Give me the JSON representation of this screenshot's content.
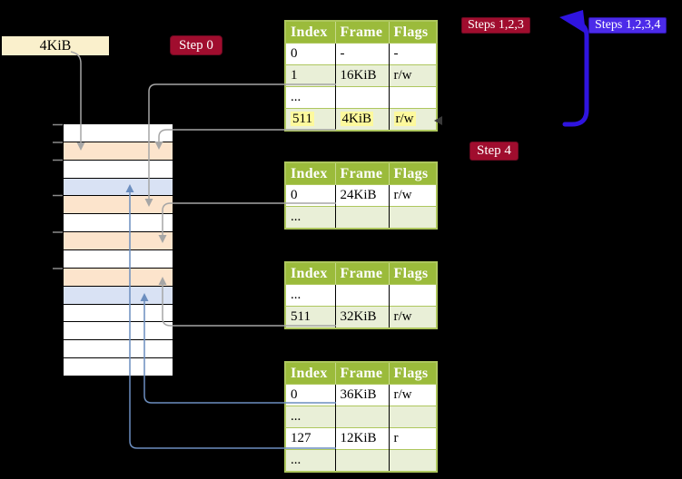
{
  "colors": {
    "background": "#000000",
    "crimson-badge": "#A00D2E",
    "violet-badge": "#4C2BE9",
    "arrow-blue": "#2F14DF",
    "connector-gray": "#A6A6A6",
    "connector-blue": "#6C8EBF",
    "table-header-bg": "#9BBB3B",
    "table-border": "#AEC75E",
    "table-shade-row": "#E9EFD7",
    "highlight-yellow": "#FDF99D",
    "label-cream": "#FAF0CC",
    "memory-peach": "#FCE4CC",
    "memory-blue": "#D9E2F4",
    "memory-white": "#FFFFFF"
  },
  "frame_label": "4KiB",
  "badges": {
    "step0": "Step 0",
    "steps123": "Steps 1,2,3",
    "steps1234": "Steps 1,2,3,4",
    "step4": "Step 4"
  },
  "page_tables": [
    {
      "headers": [
        "Index",
        "Frame",
        "Flags"
      ],
      "rows": [
        [
          "0",
          "-",
          "-"
        ],
        [
          "1",
          "16KiB",
          "r/w"
        ],
        [
          "...",
          "",
          ""
        ],
        [
          "511",
          "4KiB",
          "r/w"
        ]
      ]
    },
    {
      "headers": [
        "Index",
        "Frame",
        "Flags"
      ],
      "rows": [
        [
          "0",
          "24KiB",
          "r/w"
        ],
        [
          "...",
          "",
          ""
        ]
      ]
    },
    {
      "headers": [
        "Index",
        "Frame",
        "Flags"
      ],
      "rows": [
        [
          "...",
          "",
          ""
        ],
        [
          "511",
          "32KiB",
          "r/w"
        ]
      ]
    },
    {
      "headers": [
        "Index",
        "Frame",
        "Flags"
      ],
      "rows": [
        [
          "0",
          "36KiB",
          "r/w"
        ],
        [
          "...",
          "",
          ""
        ],
        [
          "127",
          "12KiB",
          "r"
        ],
        [
          "...",
          "",
          ""
        ]
      ]
    }
  ],
  "memory_rows": [
    "white",
    "peach",
    "white",
    "blue",
    "peach",
    "white",
    "peach",
    "white",
    "peach",
    "blue",
    "white",
    "white",
    "white",
    "white"
  ]
}
